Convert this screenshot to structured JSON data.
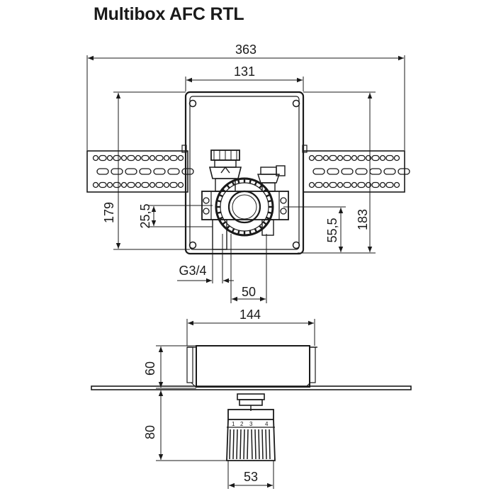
{
  "title": "Multibox AFC RTL",
  "dimensions": {
    "width_overall": "363",
    "width_box": "131",
    "height_left": "179",
    "height_right": "183",
    "offset_left": "25,5",
    "offset_right": "55,5",
    "thread": "G3/4",
    "pipe_spacing": "50",
    "side_width": "144",
    "side_depth": "60",
    "head_height": "80",
    "head_width": "53"
  },
  "dial_markings": {
    "ticks": [
      "1",
      "2",
      "3",
      "4"
    ]
  },
  "colors": {
    "line": "#1a1a1a",
    "background": "#ffffff"
  }
}
